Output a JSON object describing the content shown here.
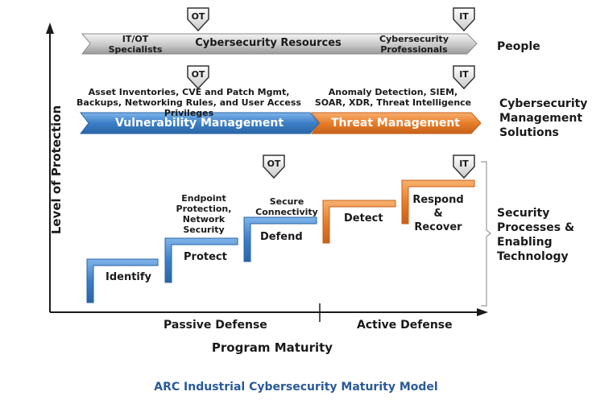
{
  "axes": {
    "y_label": "Level of Protection",
    "x_label": "Program Maturity",
    "x_segments": [
      "Passive Defense",
      "Active Defense"
    ]
  },
  "badges": {
    "ot": "OT",
    "it": "IT"
  },
  "people_arrow": {
    "left": "IT/OT Specialists",
    "center": "Cybersecurity Resources",
    "right": "Cybersecurity Professionals"
  },
  "solutions": {
    "vulnerability_desc": "Asset Inventories, CVE and Patch Mgmt, Backups, Networking Rules, and User Access Privileges",
    "vulnerability_label": "Vulnerability Management",
    "threat_desc": "Anomaly Detection, SIEM, SOAR, XDR, Threat Intelligence",
    "threat_label": "Threat Management"
  },
  "steps": [
    {
      "label": "Identify",
      "caption": "",
      "color": "#3c7fc6"
    },
    {
      "label": "Protect",
      "caption": "Endpoint Protection, Network Security",
      "color": "#3c7fc6"
    },
    {
      "label": "Defend",
      "caption": "Secure Connectivity",
      "color": "#3c7fc6"
    },
    {
      "label": "Detect",
      "caption": "",
      "color": "#e77e2a"
    },
    {
      "label": "Respond & Recover",
      "caption": "",
      "color": "#e77e2a"
    }
  ],
  "row_labels": {
    "people": "People",
    "solutions": "Cybersecurity Management Solutions",
    "processes": "Security Processes & Enabling Technology"
  },
  "caption": "ARC Industrial Cybersecurity Maturity Model",
  "colors": {
    "blue": "#3c7fc6",
    "orange": "#e77e2a",
    "gray": "#b9b9b9",
    "caption": "#2a5a9a"
  }
}
